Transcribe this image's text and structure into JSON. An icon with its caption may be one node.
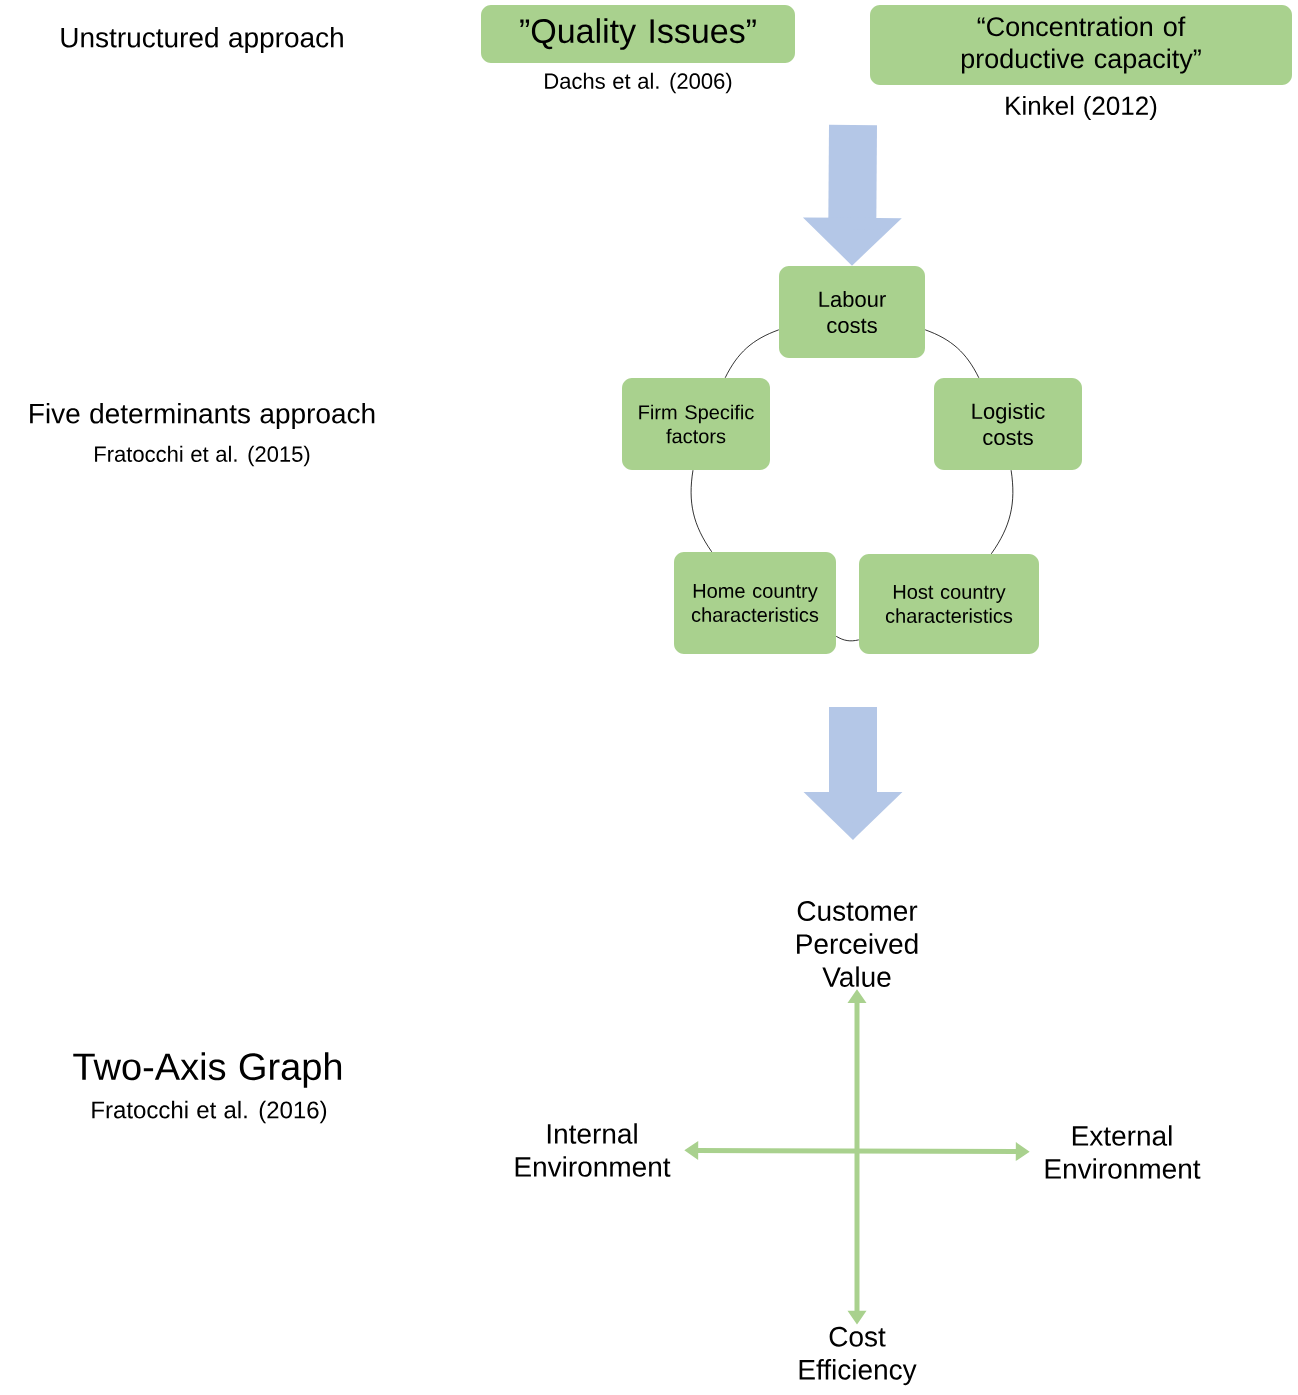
{
  "diagram": {
    "nodes": [
      {
        "text": [
          "”Quality Issues”"
        ],
        "beside": [
          "Dachs et al. (2006)"
        ]
      },
      {
        "text": [
          "“Concentration of productive capacity”"
        ],
        "beside": [
          "Kinkel (2012)"
        ]
      },
      {
        "text": [
          "Labour costs"
        ]
      },
      {
        "text": [
          "Firm Specific factors"
        ]
      },
      {
        "text": [
          "Logistic costs"
        ]
      },
      {
        "text": [
          "Home country characteristics"
        ]
      },
      {
        "text": [
          "Host country characteristics"
        ]
      },
      {
        "text": [
          "Customer Perceived Value"
        ]
      },
      {
        "text": [
          "Internal Environment"
        ]
      },
      {
        "text": [
          "External Environment"
        ]
      },
      {
        "text": [
          "Cost Efficiency"
        ]
      }
    ],
    "edges": [
      {
        "from": null,
        "to": 2,
        "arrow": "to",
        "style": "thick",
        "color": "#b4c7e7"
      },
      {
        "from": 2,
        "to": 4,
        "arrow": "none"
      },
      {
        "from": 4,
        "to": 6,
        "arrow": "none"
      },
      {
        "from": 6,
        "to": 5,
        "arrow": "none"
      },
      {
        "from": 5,
        "to": 3,
        "arrow": "none"
      },
      {
        "from": 3,
        "to": 2,
        "arrow": "none"
      },
      {
        "from": 10,
        "to": 7,
        "arrow": "both",
        "style": "thick",
        "color": "#a9d18e"
      },
      {
        "from": 8,
        "to": 9,
        "arrow": "both",
        "style": "thick",
        "color": "#a9d18e"
      }
    ],
    "labels": [
      "Unstructured approach",
      "Five determinants approach",
      "Fratocchi et al. (2015)",
      "Two-Axis Graph",
      "Fratocchi et al. (2016)"
    ]
  }
}
